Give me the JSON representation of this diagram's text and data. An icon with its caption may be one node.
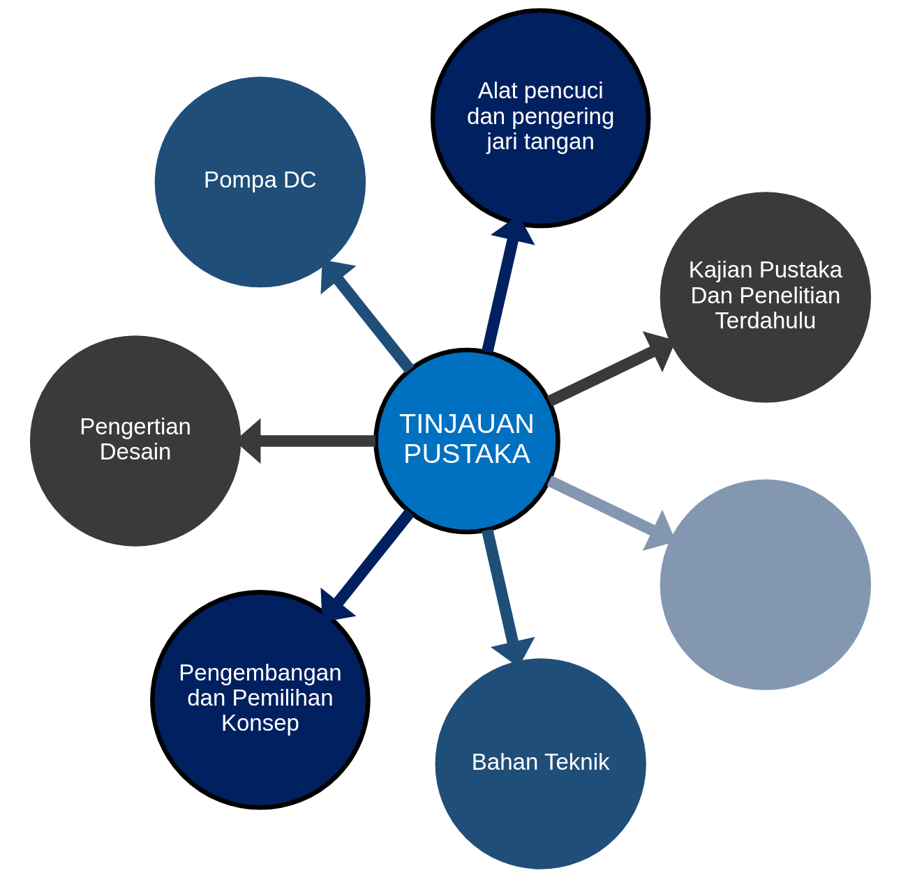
{
  "diagram": {
    "nodes": [
      {
        "text": [
          "TINJAUAN PUSTAKA"
        ]
      },
      {
        "text": [
          "Kajian Pustaka Dan Penelitian Terdahulu"
        ]
      },
      {
        "text": [
          "Alat pencuci dan pengering jari tangan"
        ]
      },
      {
        "text": [
          "Pompa DC"
        ]
      },
      {
        "text": [
          "Pengertian Desain"
        ]
      },
      {
        "text": [
          "Pengembangan dan Pemilihan Konsep"
        ]
      },
      {
        "text": [
          "Bahan Teknik"
        ]
      },
      {
        "text": [],
        "shape": "circle"
      }
    ],
    "edges": [
      {
        "from": 0,
        "to": 1,
        "arrow": "to",
        "color": "#3a3a3a"
      },
      {
        "from": 0,
        "to": 2,
        "arrow": "to",
        "color": "#002060"
      },
      {
        "from": 0,
        "to": 3,
        "arrow": "to",
        "color": "#1f4e79"
      },
      {
        "from": 0,
        "to": 4,
        "arrow": "to",
        "color": "#3a3a3a"
      },
      {
        "from": 0,
        "to": 5,
        "arrow": "to",
        "color": "#002060"
      },
      {
        "from": 0,
        "to": 6,
        "arrow": "to",
        "color": "#1f4e79"
      },
      {
        "from": 0,
        "to": 7,
        "arrow": "to",
        "color": "#8497b0"
      }
    ]
  }
}
